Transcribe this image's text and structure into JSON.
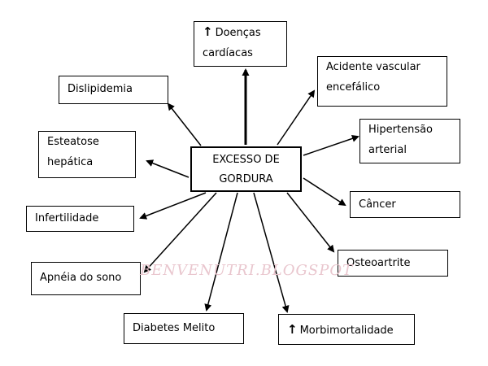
{
  "center": {
    "line1": "EXCESSO DE",
    "line2": "GORDURA"
  },
  "consequences": {
    "doencas": {
      "text": "Doenças\ncardíacas",
      "arrow_up": true
    },
    "dislipidemia": {
      "text": "Dislipidemia"
    },
    "avc": {
      "text": "Acidente vascular\nencefálico"
    },
    "esteatose": {
      "text": "Esteatose\nhepática"
    },
    "hipertensao": {
      "text": "Hipertensão\narterial"
    },
    "infertilidade": {
      "text": "Infertilidade"
    },
    "cancer": {
      "text": "Câncer"
    },
    "osteoartrite": {
      "text": "Osteoartrite"
    },
    "apneia": {
      "text": "Apnéia do sono"
    },
    "diabetes": {
      "text": "Diabetes Melito"
    },
    "morbi": {
      "text": "Morbimortalidade",
      "arrow_up": true
    }
  },
  "up_arrow_glyph": "↑",
  "watermark": "BENVENUTRI.BLOGSPOT",
  "colors": {
    "line": "#000000",
    "watermark": "#e8c4cc"
  }
}
